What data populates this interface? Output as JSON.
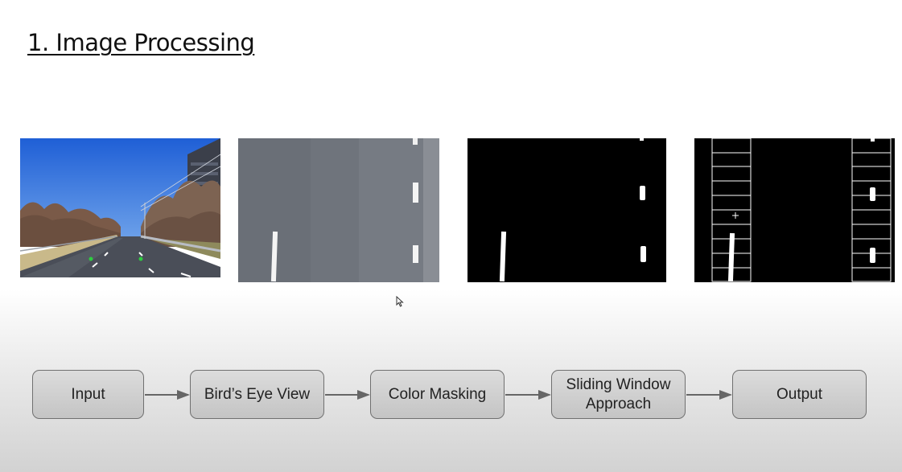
{
  "title": "1. Image Processing",
  "colors": {
    "box_fill": "#cfcfcf",
    "box_border": "#707070",
    "arrow": "#666666",
    "lane_line": "#ffffff",
    "mask_bg": "#000000"
  },
  "pipeline": [
    {
      "label": "Input"
    },
    {
      "label": "Bird’s Eye View"
    },
    {
      "label": "Color Masking"
    },
    {
      "label": "Sliding Window Approach"
    },
    {
      "label": "Output"
    }
  ]
}
